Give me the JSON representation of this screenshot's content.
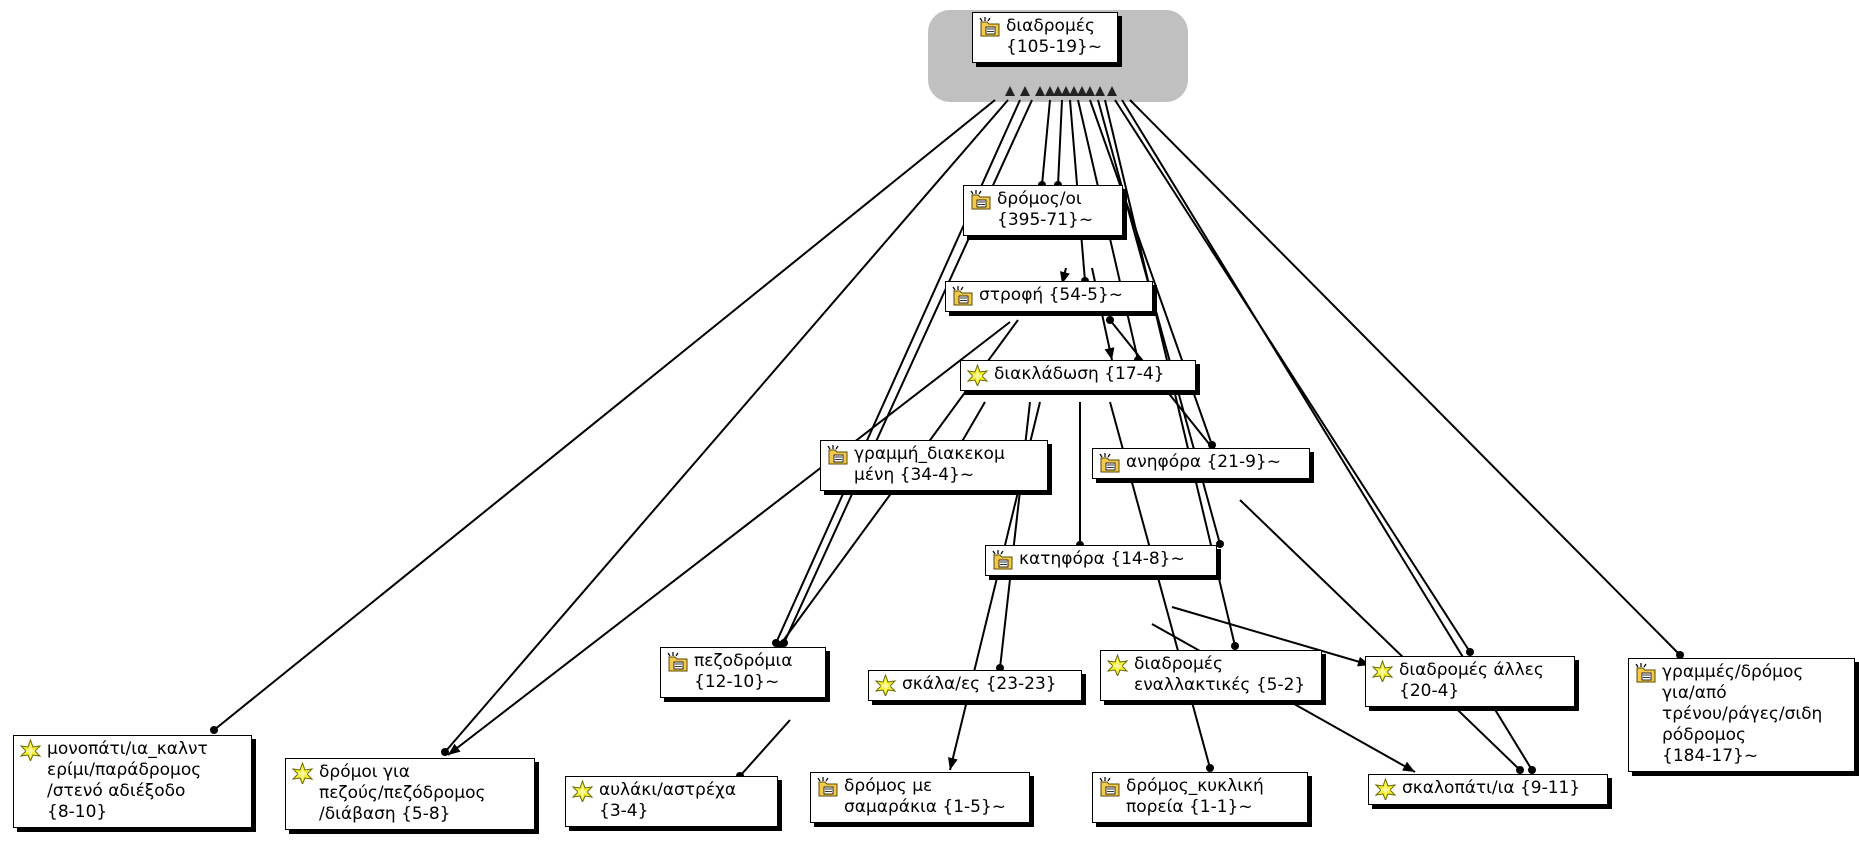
{
  "nodes": [
    {
      "id": "diadromes",
      "label": "διαδρομές\n{105-19}~",
      "icon": "family-folder-icon"
    },
    {
      "id": "dromos",
      "label": "δρόμος/οι\n{395-71}~",
      "icon": "family-folder-icon"
    },
    {
      "id": "strofi",
      "label": "στροφή {54-5}~",
      "icon": "family-folder-icon"
    },
    {
      "id": "diakladosi",
      "label": "διακλάδωση {17-4}",
      "icon": "code-star-icon"
    },
    {
      "id": "grammi",
      "label": "γραμμή_διακεκομ\nμένη {34-4}~",
      "icon": "family-folder-icon"
    },
    {
      "id": "anifora",
      "label": "ανηφόρα {21-9}~",
      "icon": "family-folder-icon"
    },
    {
      "id": "katifora",
      "label": "κατηφόρα {14-8}~",
      "icon": "family-folder-icon"
    },
    {
      "id": "pezodromia",
      "label": "πεζοδρόμια\n{12-10}~",
      "icon": "family-folder-icon"
    },
    {
      "id": "skala",
      "label": "σκάλα/ες {23-23}",
      "icon": "code-star-icon"
    },
    {
      "id": "enallaktikes",
      "label": "διαδρομές\nεναλλακτικές {5-2}",
      "icon": "code-star-icon"
    },
    {
      "id": "alles",
      "label": "διαδρομές άλλες\n{20-4}",
      "icon": "code-star-icon"
    },
    {
      "id": "trenou",
      "label": "γραμμές/δρόμος\nγια/από\nτρένου/ράγες/σιδη\nρόδρομος\n{184-17}~",
      "icon": "family-folder-icon"
    },
    {
      "id": "monopati",
      "label": "μονοπάτι/ια_καλντ\nερίμι/παράδρομος\n/στενό αδιέξοδο\n{8-10}",
      "icon": "code-star-icon"
    },
    {
      "id": "pezous",
      "label": "δρόμοι για\nπεζούς/πεζόδρομος\n/διάβαση {5-8}",
      "icon": "code-star-icon"
    },
    {
      "id": "aulaki",
      "label": "αυλάκι/αστρέχα\n{3-4}",
      "icon": "code-star-icon"
    },
    {
      "id": "samarakia",
      "label": "δρόμος με\nσαμαράκια {1-5}~",
      "icon": "family-folder-icon"
    },
    {
      "id": "kykliki",
      "label": "δρόμος_κυκλική\nπορεία {1-1}~",
      "icon": "family-folder-icon"
    },
    {
      "id": "skalopati",
      "label": "σκαλοπάτι/ια {9-11}",
      "icon": "code-star-icon"
    }
  ],
  "colors": {
    "hub": "#c0c0c0",
    "line": "#000000",
    "node_bg": "#ffffff",
    "folder_icon": "#f2c94c",
    "star_icon": "#f3ef3a"
  }
}
